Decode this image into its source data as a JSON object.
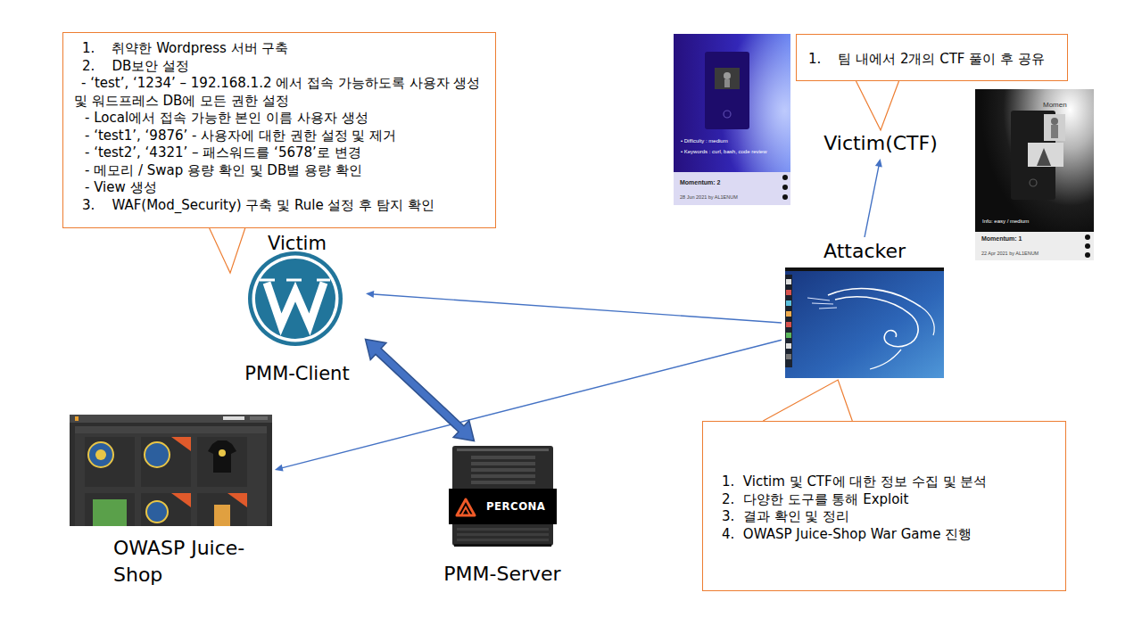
{
  "diagram": {
    "nodes": [
      {
        "text": [
          "1.    취약한 Wordpress 서버 구축",
          "2.    DB보안 설정",
          "- ‘test’, ‘1234’ – 192.168.1.2 에서 접속 가능하도록 사용자 생성 및 워드프레스 DB에 모든 권한 설정",
          "- Local에서 접속 가능한 본인 이름 사용자 생성",
          "- ‘test1’, ‘9876’ - 사용자에 대한 권한 설정 및 제거",
          "- ‘test2’, ‘4321’ – 패스워드를 ‘5678’로 변경",
          "- 메모리 / Swap 용량 확인 및 DB별 용량 확인",
          "- View 생성",
          "3.    WAF(Mod_Security) 구축 및 Rule 설정 후 탐지 확인"
        ]
      },
      {
        "text": [
          "Victim",
          "PMM-Client"
        ]
      },
      {
        "text": [
          "OWASP Juice-Shop"
        ]
      },
      {
        "text": [
          "PERCONA",
          "PMM-Server"
        ]
      },
      {
        "text": [
          "Attacker"
        ]
      },
      {
        "text": [
          "Victim(CTF)"
        ]
      },
      {
        "text": [
          "1.    팀 내에서 2개의 CTF 풀이 후 공유"
        ]
      },
      {
        "text": [
          "• Difficulty : medium",
          "• Keywords : curl, bash, code review",
          "Momentum: 2",
          "28 Jun 2021 by AL1ENUM"
        ]
      },
      {
        "text": [
          "Momen",
          "Info: easy / medium",
          "Momentum: 1",
          "22 Apr 2021 by AL1ENUM"
        ]
      },
      {
        "text": [
          "1.  Victim 및 CTF에 대한 정보 수집 및 분석",
          "2.  다양한 도구를 통해 Exploit",
          "3.  결과 확인 및 정리",
          "4.  OWASP Juice-Shop War Game 진행"
        ]
      }
    ],
    "edges": [
      {
        "from": 4,
        "to": 1,
        "arrow": "to"
      },
      {
        "from": 4,
        "to": 2,
        "arrow": "to"
      },
      {
        "from": 4,
        "to": 5,
        "arrow": "to"
      },
      {
        "from": 1,
        "to": 3,
        "arrow": "both"
      },
      {
        "from": 0,
        "to": 1,
        "arrow": "none"
      },
      {
        "from": 6,
        "to": 5,
        "arrow": "none"
      },
      {
        "from": 9,
        "to": 4,
        "arrow": "none"
      }
    ]
  }
}
